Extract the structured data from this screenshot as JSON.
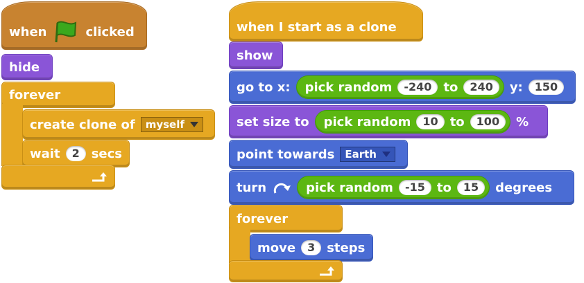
{
  "colors": {
    "control": "#e6a822",
    "event": "#c88330",
    "looks": "#8a55d7",
    "motion": "#4a6cd4",
    "operator": "#5cb712"
  },
  "left": {
    "when_label": "when",
    "clicked_label": "clicked",
    "flag_icon": "green-flag-icon",
    "hide_label": "hide",
    "forever_label": "forever",
    "create_clone_label": "create clone of",
    "clone_target": "myself",
    "wait_label": "wait",
    "wait_value": "2",
    "secs_label": "secs",
    "loop_icon": "loop-arrow-icon"
  },
  "right": {
    "hat_label": "when I start as a clone",
    "show_label": "show",
    "goto_label": "go to x:",
    "goto_pick_label": "pick random",
    "goto_from": "-240",
    "goto_to_label": "to",
    "goto_to": "240",
    "goto_y_label": "y:",
    "goto_y": "150",
    "size_label": "set size to",
    "size_pick_label": "pick random",
    "size_from": "10",
    "size_to_label": "to",
    "size_to": "100",
    "size_pct": "%",
    "point_label": "point towards",
    "point_target": "Earth",
    "turn_label": "turn",
    "turn_icon": "rotate-clockwise-icon",
    "turn_pick_label": "pick random",
    "turn_from": "-15",
    "turn_to_label": "to",
    "turn_to": "15",
    "turn_degrees": "degrees",
    "forever_label": "forever",
    "move_label": "move",
    "move_value": "3",
    "move_steps": "steps",
    "loop_icon": "loop-arrow-icon"
  }
}
